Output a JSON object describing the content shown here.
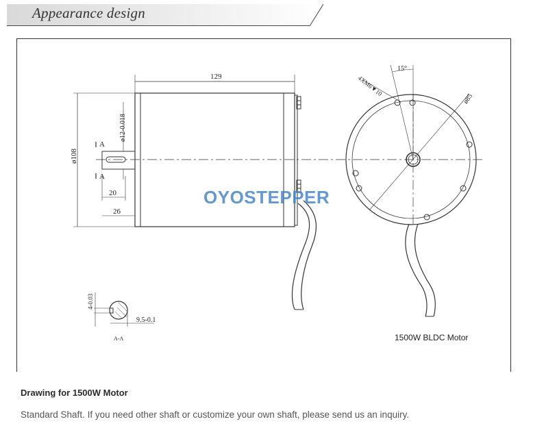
{
  "header": {
    "title": "Appearance design"
  },
  "watermark": {
    "text": "OYOSTEPPER",
    "color": "#4a86c8"
  },
  "drawing": {
    "dims": {
      "body_length": "129",
      "diameter": "ø108",
      "shaft_dia": "ø12-0.018",
      "key_len": "20",
      "shaft_len": "26",
      "section_a_top": "A",
      "section_a_bottom": "A",
      "key_width": "4-0.03",
      "flat": "9.5-0.1",
      "section_label": "A-A",
      "angle": "15°",
      "holes": "4XM6▼10",
      "bolt_circle": "ø85"
    },
    "caption": "1500W BLDC Motor"
  },
  "content": {
    "title": "Drawing for 1500W Motor",
    "description": "Standard Shaft. If you need other shaft or customize your own shaft, please send us an inquiry."
  }
}
